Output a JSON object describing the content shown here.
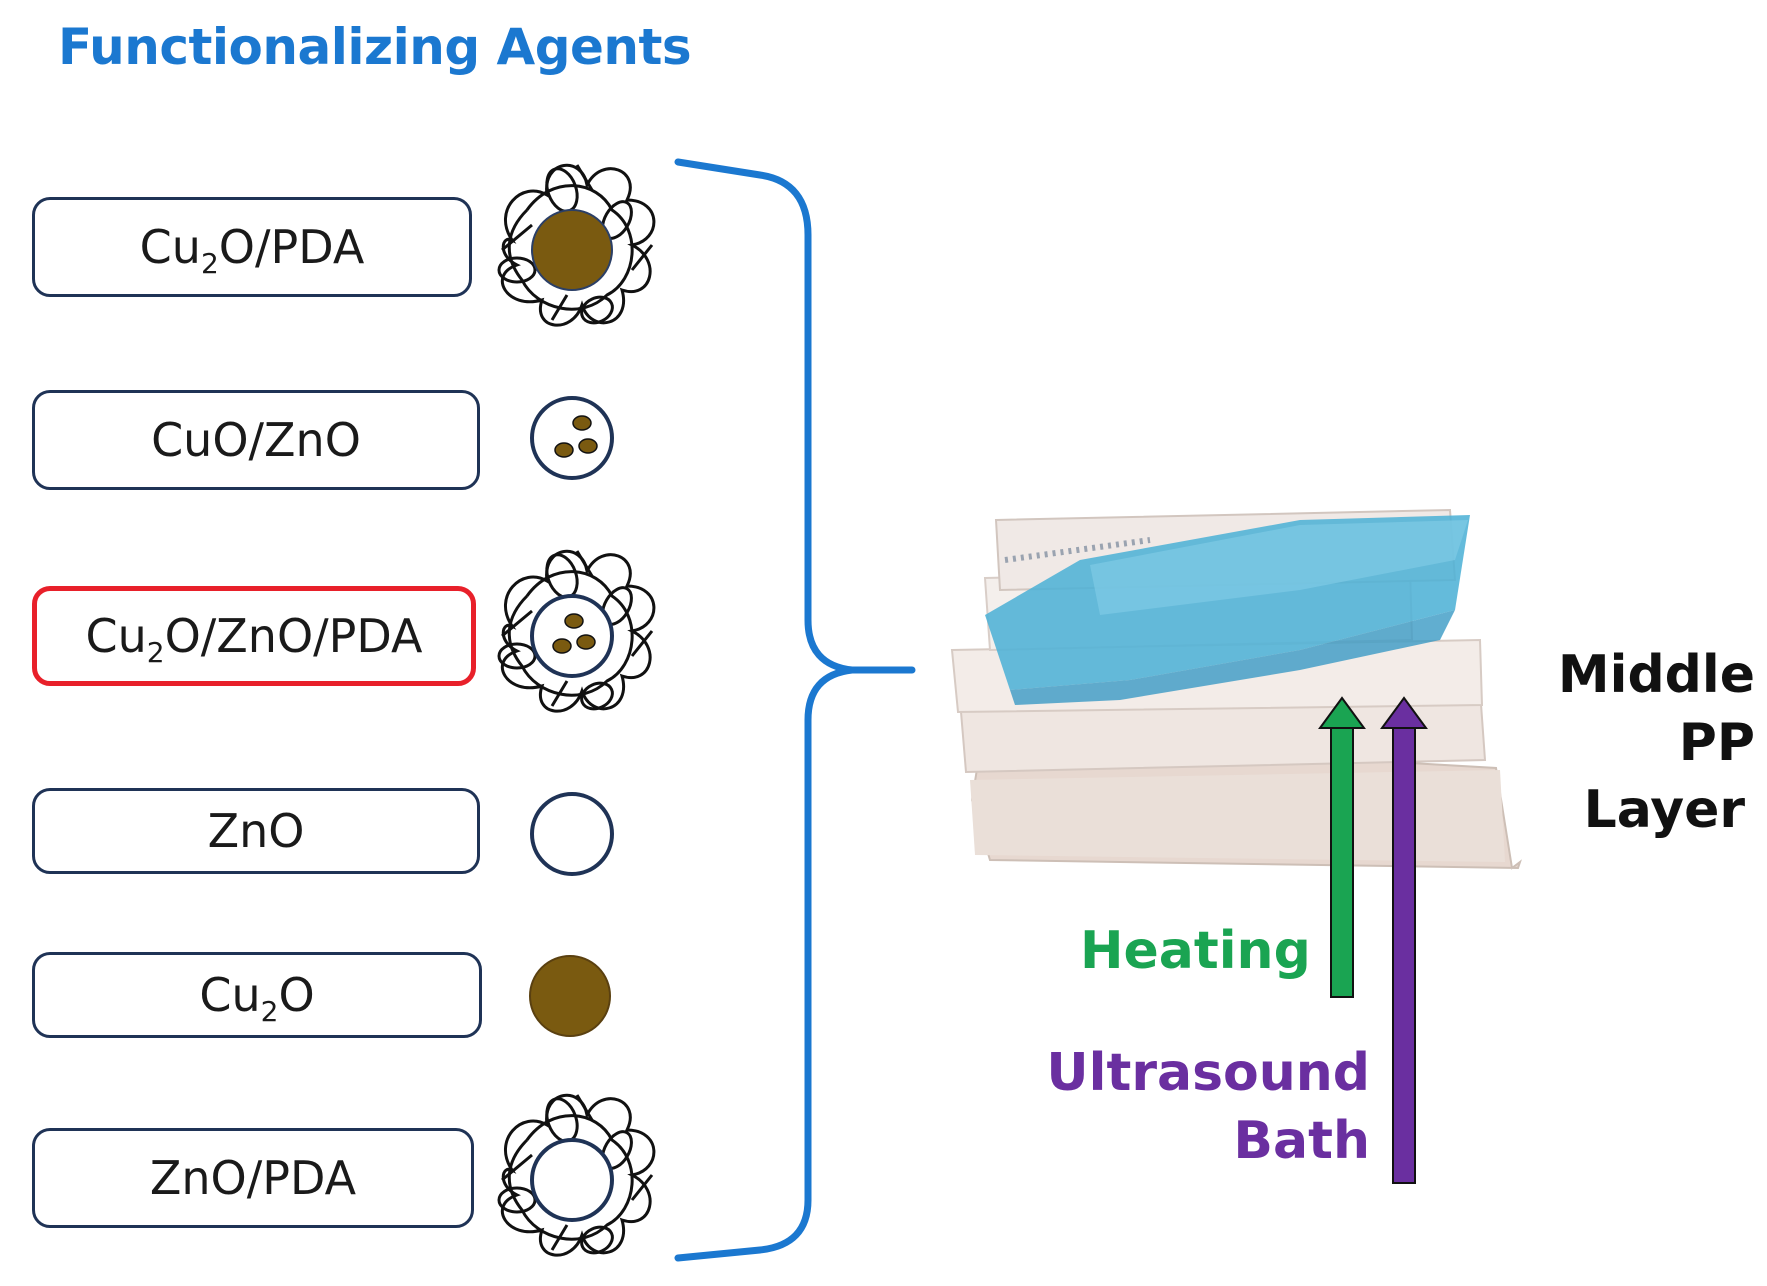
{
  "title": "Functionalizing Agents",
  "agents": [
    {
      "label_main": "Cu",
      "label_sub": "2",
      "label_rest": "O/PDA",
      "icon": "brown-particle-pda-icon",
      "highlight": false
    },
    {
      "label_main": "CuO/ZnO",
      "label_sub": "",
      "label_rest": "",
      "icon": "composite-particle-icon",
      "highlight": false
    },
    {
      "label_main": "Cu",
      "label_sub": "2",
      "label_rest": "O/ZnO/PDA",
      "icon": "composite-particle-pda-icon",
      "highlight": true
    },
    {
      "label_main": "ZnO",
      "label_sub": "",
      "label_rest": "",
      "icon": "white-particle-icon",
      "highlight": false
    },
    {
      "label_main": "Cu",
      "label_sub": "2",
      "label_rest": "O",
      "icon": "brown-particle-icon",
      "highlight": false
    },
    {
      "label_main": "ZnO/PDA",
      "label_sub": "",
      "label_rest": "",
      "icon": "white-particle-pda-icon",
      "highlight": false
    }
  ],
  "layer_label": {
    "line1": "Middle PP",
    "line2": "Layer"
  },
  "heating_label": "Heating",
  "ultrasound_label": {
    "line1": "Ultrasound",
    "line2": "Bath"
  },
  "colors": {
    "title": "#1b78d0",
    "brace": "#1b78d0",
    "box_border": "#1f3356",
    "highlight_border": "#e8202a",
    "cu2o_particle": "#7a5a10",
    "heating": "#1aa452",
    "ultrasound": "#6a2fa0",
    "mask_blue": "#4fb2d6",
    "mask_paper": "#e9dcd4"
  }
}
